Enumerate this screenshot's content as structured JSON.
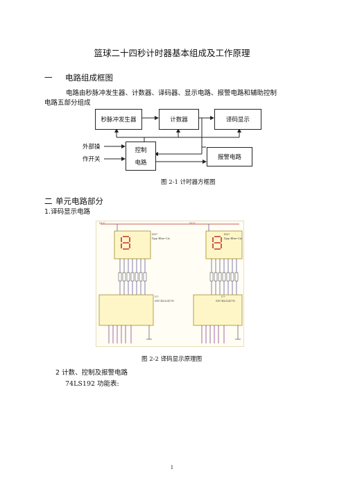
{
  "title": "篮球二十四秒计时器基本组成及工作原理",
  "section1": {
    "heading_num": "一",
    "heading": "电路组成框图",
    "para_line1": "电路由秒脉冲发生器、计数器、译码器、显示电路、报警电路和辅助控制",
    "para_line2": "电路五部分组成"
  },
  "block_diagram": {
    "pulse": "秒脉冲发生器",
    "counter": "计数器",
    "decoder": "译码显示",
    "control_line1": "控制",
    "control_line2": "电路",
    "alarm": "报警电路",
    "ext_line1": "外部操",
    "ext_line2": "作开关",
    "caption": "图 2-1  计时器方框图"
  },
  "section2": {
    "heading_num": "二",
    "heading": "单元电路部分",
    "sub1": "1.译码显示电路",
    "caption": "图 2-2 译码显示原理图",
    "sub2": "2  计数、控制及报警电路",
    "line": "74LS192 功能表:"
  },
  "schematic": {
    "vcc": "VCC",
    "left_display": {
      "ref": "DS?",
      "part": "Dpy Blue-CA"
    },
    "right_display": {
      "ref": "DS?",
      "part": "Dpy Blue-CA"
    },
    "left_chip": {
      "ref": "U?",
      "part": "SN74LS247N"
    },
    "right_chip": {
      "ref": "U?",
      "part": "SN74LS247N"
    }
  },
  "page_number": "1"
}
